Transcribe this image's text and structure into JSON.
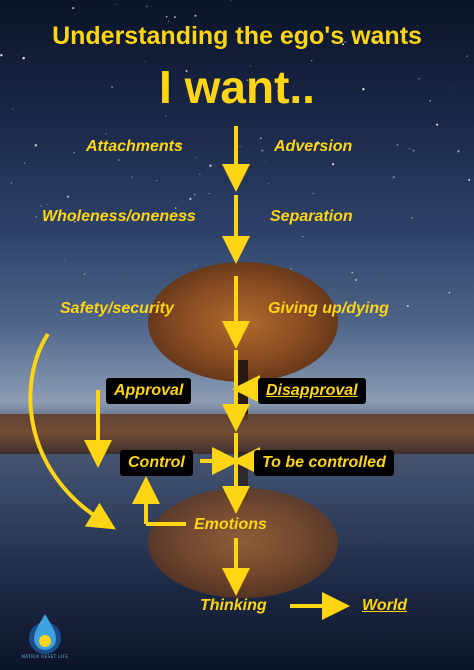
{
  "title": "Understanding the ego's wants",
  "headline": "I want..",
  "labels": {
    "attachments": "Attachments",
    "adversion": "Adversion",
    "wholeness": "Wholeness/oneness",
    "separation": "Separation",
    "safety": "Safety/security",
    "giving_up": "Giving up/dying",
    "emotions": "Emotions",
    "thinking": "Thinking",
    "world": "World"
  },
  "boxes": {
    "approval": "Approval",
    "disapproval": "Disapproval",
    "control": "Control",
    "to_be_controlled": "To be controlled"
  },
  "logo": {
    "icon": "water-drop-logo-icon",
    "caption": "MATRIX RESET LIFE"
  },
  "colors": {
    "accent": "#ffd514",
    "box_bg": "#000000",
    "sky_top": "#0b1428"
  }
}
